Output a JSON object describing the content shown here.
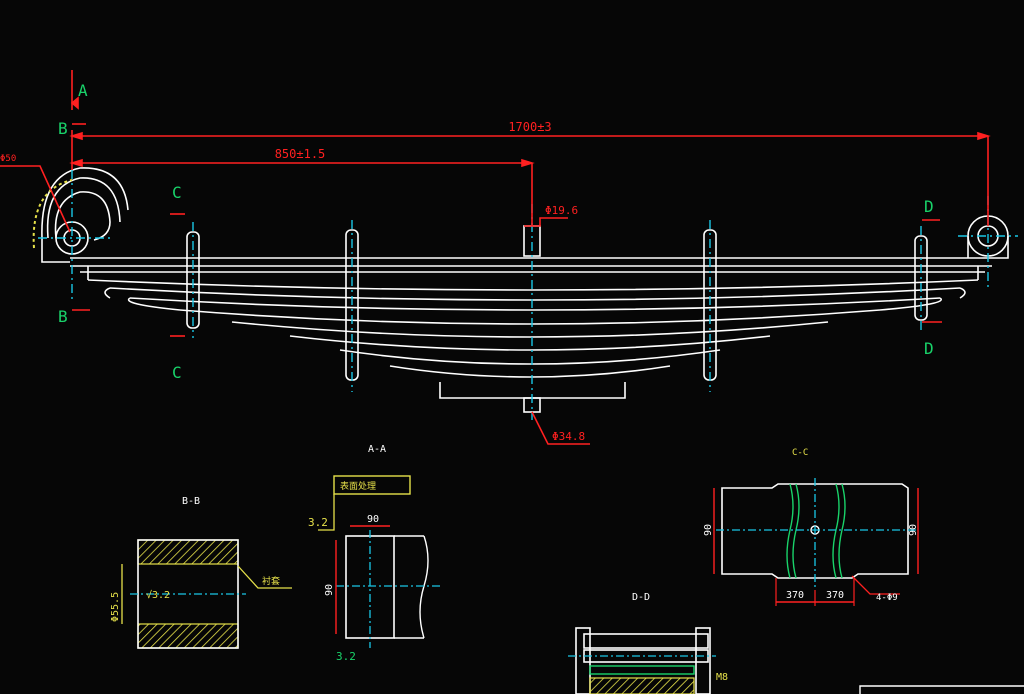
{
  "colors": {
    "background": "#060606",
    "outline": "#ffffff",
    "dimension": "#ff2020",
    "centerline": "#19c7e6",
    "section_mark": "#19d36a",
    "hatch": "#e6e14a"
  },
  "dimensions": {
    "overall_length": "1700±3",
    "half_length": "850±1.5",
    "center_bolt": "Φ19.6",
    "center_hole": "Φ34.8",
    "eye_diameter": "Φ50"
  },
  "section_marks": {
    "a": "A",
    "b": "B",
    "c": "C",
    "d": "D"
  },
  "views": {
    "bb_title": "B-B",
    "bb_dim": "Φ55.5",
    "bb_note": "衬套",
    "aa_title": "A-A",
    "aa_note": "表面处理",
    "aa_dim_top": "90",
    "aa_dim_side": "90",
    "aa_roughness_1": "3.2",
    "aa_roughness_2": "3.2",
    "dd_title": "D-D",
    "dd_note": "M8",
    "cc_title": "C-C",
    "cc_width_left": "90",
    "cc_width_right": "90",
    "cc_dim_left": "370",
    "cc_dim_right": "370",
    "cc_note": "4-Φ9"
  }
}
